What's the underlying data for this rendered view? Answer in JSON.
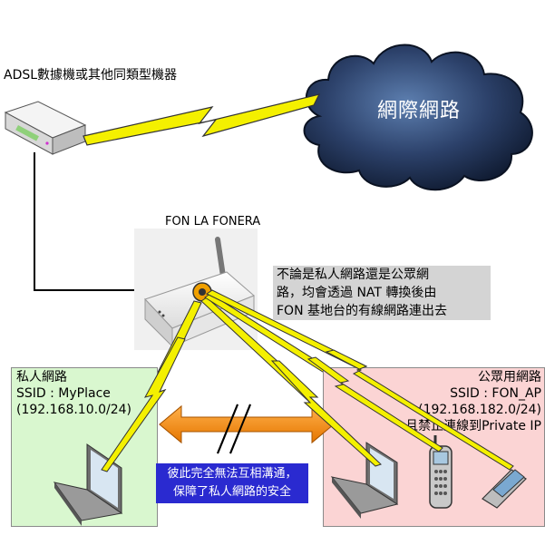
{
  "modem": {
    "label": "ADSL數據機或其他同類型機器"
  },
  "cloud": {
    "label": "網際網路"
  },
  "router": {
    "label": "FON LA FONERA"
  },
  "nat_note": {
    "lines": [
      "不論是私人網路還是公眾網",
      "路，均會透過 NAT 轉換後由",
      "FON 基地台的有線網路連出去"
    ]
  },
  "private_network": {
    "title": "私人網路",
    "ssid": "SSID : MyPlace",
    "subnet": "(192.168.10.0/24)"
  },
  "public_network": {
    "title": "公眾用網路",
    "ssid": "SSID : FON_AP",
    "subnet": "(192.168.182.0/24)",
    "restriction": "且禁止連線到Private IP"
  },
  "isolation_note": {
    "lines": [
      "彼此完全無法互相溝通，",
      "保障了私人網路的安全"
    ]
  },
  "colors": {
    "lightning": "#f4f000",
    "private_zone": "#d9f7cf",
    "public_zone": "#fbd4d4",
    "arrow": "#f28a00",
    "warn_box": "#2a2ad0",
    "cloud": "#27395a"
  }
}
